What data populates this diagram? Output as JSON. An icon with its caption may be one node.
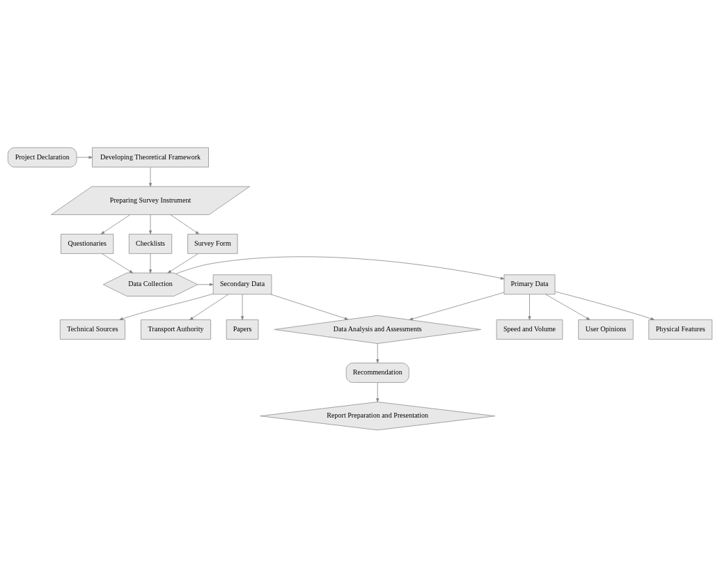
{
  "diagram": {
    "nodes": [
      {
        "text": [
          "Project Declaration"
        ]
      },
      {
        "text": [
          "Developing Theoretical Framework"
        ]
      },
      {
        "text": [
          "Preparing Survey Instrument"
        ]
      },
      {
        "text": [
          "Questionaries"
        ]
      },
      {
        "text": [
          "Checklists"
        ]
      },
      {
        "text": [
          "Survey Form"
        ]
      },
      {
        "text": [
          "Physical Features"
        ]
      },
      {
        "text": [
          "Speed and Volume"
        ]
      },
      {
        "text": [
          "User Opinions"
        ]
      },
      {
        "text": [
          "Primary Data"
        ]
      },
      {
        "text": [
          "Data Collection"
        ]
      },
      {
        "text": [
          "Secondary Data"
        ]
      },
      {
        "text": [
          "Technical Sources"
        ]
      },
      {
        "text": [
          "Transport Authority"
        ]
      },
      {
        "text": [
          "Papers"
        ]
      },
      {
        "text": [
          "Data Analysis and Assessments"
        ]
      },
      {
        "text": [
          "Recommendation"
        ]
      },
      {
        "text": [
          "Report Preparation and Presentation"
        ]
      }
    ],
    "edges": [
      {
        "from": 0,
        "to": 1,
        "arrow": "to"
      },
      {
        "from": 1,
        "to": 2,
        "arrow": "to"
      },
      {
        "from": 2,
        "to": 3,
        "arrow": "to"
      },
      {
        "from": 2,
        "to": 4,
        "arrow": "to"
      },
      {
        "from": 2,
        "to": 5,
        "arrow": "to"
      },
      {
        "from": 3,
        "to": 10,
        "arrow": "to"
      },
      {
        "from": 4,
        "to": 10,
        "arrow": "to"
      },
      {
        "from": 5,
        "to": 10,
        "arrow": "to"
      },
      {
        "from": 10,
        "to": 9,
        "arrow": "to"
      },
      {
        "from": 10,
        "to": 11,
        "arrow": "to"
      },
      {
        "from": 9,
        "to": 6,
        "arrow": "to"
      },
      {
        "from": 9,
        "to": 7,
        "arrow": "to"
      },
      {
        "from": 9,
        "to": 8,
        "arrow": "to"
      },
      {
        "from": 11,
        "to": 12,
        "arrow": "to"
      },
      {
        "from": 11,
        "to": 13,
        "arrow": "to"
      },
      {
        "from": 11,
        "to": 14,
        "arrow": "to"
      },
      {
        "from": 9,
        "to": 15,
        "arrow": "to"
      },
      {
        "from": 11,
        "to": 15,
        "arrow": "to"
      },
      {
        "from": 15,
        "to": 16,
        "arrow": "to"
      },
      {
        "from": 16,
        "to": 17,
        "arrow": "to"
      }
    ]
  }
}
